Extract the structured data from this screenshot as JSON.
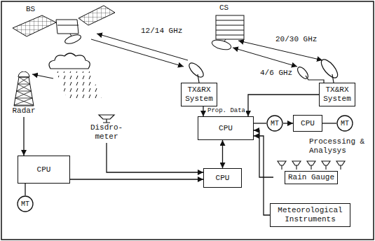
{
  "diagram": {
    "nodes": [
      {
        "text": [
          "Radar"
        ]
      },
      {
        "text": [
          "TX&RX System"
        ]
      },
      {
        "text": [
          "TX&RX System"
        ]
      },
      {
        "text": [
          "CPU"
        ]
      },
      {
        "text": [
          "MT"
        ]
      },
      {
        "text": [
          "CPU"
        ]
      },
      {
        "text": [
          "MT"
        ]
      },
      {
        "text": [
          "Disdro- meter"
        ]
      },
      {
        "text": [
          "CPU"
        ]
      },
      {
        "text": [
          "MT"
        ]
      },
      {
        "text": [
          "CPU"
        ]
      },
      {
        "text": [
          "Rain Gauge"
        ]
      },
      {
        "text": [
          "Meteorological Instruments"
        ]
      }
    ],
    "edges": [
      {
        "from": 0,
        "to": 8,
        "arrow": "to"
      },
      {
        "from": 8,
        "to": 9,
        "arrow": "none"
      },
      {
        "from": 8,
        "to": 10,
        "arrow": "to"
      },
      {
        "from": 7,
        "to": 10,
        "arrow": "to"
      },
      {
        "from": 1,
        "to": 3,
        "arrow": "to"
      },
      {
        "from": 2,
        "to": 3,
        "arrow": "to"
      },
      {
        "from": 3,
        "to": 10,
        "arrow": "both"
      },
      {
        "from": 3,
        "to": 4,
        "arrow": "none"
      },
      {
        "from": 4,
        "to": 5,
        "arrow": "to"
      },
      {
        "from": 5,
        "to": 6,
        "arrow": "none"
      },
      {
        "from": 11,
        "to": 3,
        "arrow": "to"
      },
      {
        "from": 12,
        "to": 3,
        "arrow": "to"
      }
    ],
    "labels": [
      "BS",
      "CS",
      "12/14 GHz",
      "20/30 GHz",
      "4/6 GHz",
      "Prop. Data",
      "Processing & Analysys"
    ]
  }
}
